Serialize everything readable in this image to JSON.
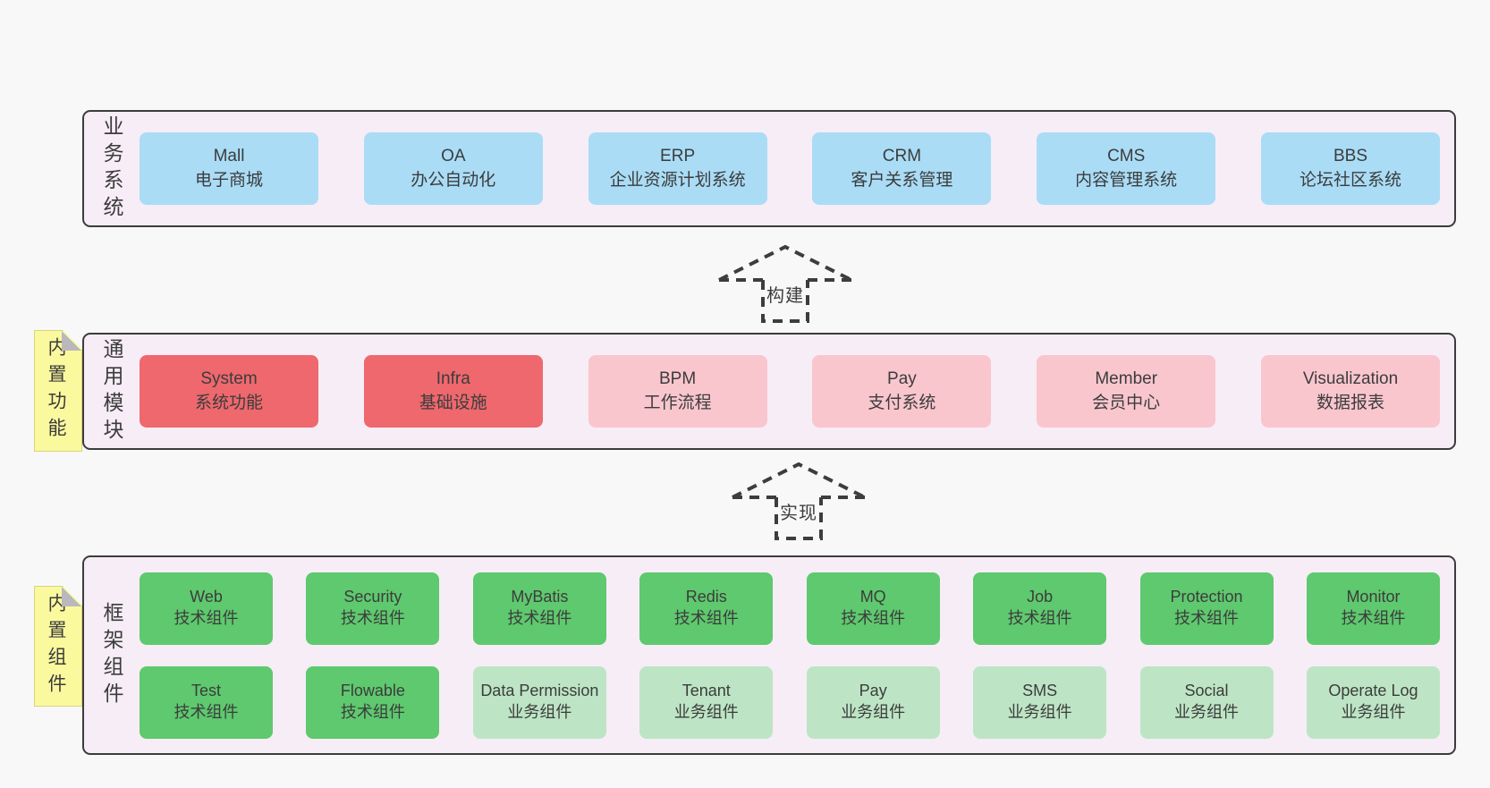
{
  "colors": {
    "blue": "#aadcf6",
    "red": "#ee686d",
    "pink": "#f9c6ce",
    "green": "#5ec96e",
    "lightgreen": "#bde5c5",
    "tier_bg": "#f7edf6",
    "tier_border": "#3c3c3c",
    "note_bg": "#fbf99e",
    "note_fold": "#b9b9bd",
    "arrow_stroke": "#3d3d3d",
    "page_bg": "#f8f8f8",
    "text": "#3c3c3c"
  },
  "tiers": [
    {
      "id": "business-systems",
      "label": "业务系统",
      "note": null,
      "rows": [
        [
          {
            "name": "Mall",
            "desc": "电子商城",
            "variant": "blue"
          },
          {
            "name": "OA",
            "desc": "办公自动化",
            "variant": "blue"
          },
          {
            "name": "ERP",
            "desc": "企业资源计划系统",
            "variant": "blue"
          },
          {
            "name": "CRM",
            "desc": "客户关系管理",
            "variant": "blue"
          },
          {
            "name": "CMS",
            "desc": "内容管理系统",
            "variant": "blue"
          },
          {
            "name": "BBS",
            "desc": "论坛社区系统",
            "variant": "blue"
          }
        ]
      ]
    },
    {
      "id": "common-modules",
      "label": "通用模块",
      "note": "内置功能",
      "rows": [
        [
          {
            "name": "System",
            "desc": "系统功能",
            "variant": "red"
          },
          {
            "name": "Infra",
            "desc": "基础设施",
            "variant": "red"
          },
          {
            "name": "BPM",
            "desc": "工作流程",
            "variant": "pink"
          },
          {
            "name": "Pay",
            "desc": "支付系统",
            "variant": "pink"
          },
          {
            "name": "Member",
            "desc": "会员中心",
            "variant": "pink"
          },
          {
            "name": "Visualization",
            "desc": "数据报表",
            "variant": "pink"
          }
        ]
      ]
    },
    {
      "id": "framework-components",
      "label": "框架组件",
      "note": "内置组件",
      "rows": [
        [
          {
            "name": "Web",
            "desc": "技术组件",
            "variant": "green"
          },
          {
            "name": "Security",
            "desc": "技术组件",
            "variant": "green"
          },
          {
            "name": "MyBatis",
            "desc": "技术组件",
            "variant": "green"
          },
          {
            "name": "Redis",
            "desc": "技术组件",
            "variant": "green"
          },
          {
            "name": "MQ",
            "desc": "技术组件",
            "variant": "green"
          },
          {
            "name": "Job",
            "desc": "技术组件",
            "variant": "green"
          },
          {
            "name": "Protection",
            "desc": "技术组件",
            "variant": "green"
          },
          {
            "name": "Monitor",
            "desc": "技术组件",
            "variant": "green"
          }
        ],
        [
          {
            "name": "Test",
            "desc": "技术组件",
            "variant": "green"
          },
          {
            "name": "Flowable",
            "desc": "技术组件",
            "variant": "green"
          },
          {
            "name": "Data Permission",
            "desc": "业务组件",
            "variant": "lightgreen"
          },
          {
            "name": "Tenant",
            "desc": "业务组件",
            "variant": "lightgreen"
          },
          {
            "name": "Pay",
            "desc": "业务组件",
            "variant": "lightgreen"
          },
          {
            "name": "SMS",
            "desc": "业务组件",
            "variant": "lightgreen"
          },
          {
            "name": "Social",
            "desc": "业务组件",
            "variant": "lightgreen"
          },
          {
            "name": "Operate Log",
            "desc": "业务组件",
            "variant": "lightgreen"
          }
        ]
      ]
    }
  ],
  "arrows": [
    {
      "label": "构建"
    },
    {
      "label": "实现"
    }
  ]
}
